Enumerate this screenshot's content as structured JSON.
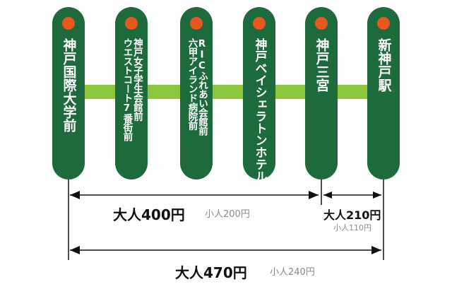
{
  "colors": {
    "stop": "#1d6a3c",
    "dot": "#e8571e",
    "route": "#8cc63f",
    "line": "#111111",
    "child_text": "#8a8a8a"
  },
  "stops": [
    {
      "id": "kobe-kokusai-daigaku-mae",
      "label": "神戸国際大学前",
      "columns": [
        "神戸国際大学前"
      ]
    },
    {
      "id": "west-court-7",
      "label": "ウエストコート7番街前 神戸女子学生会館前",
      "columns": [
        "ウエストコート7番街前",
        "神戸女子学生会館前"
      ]
    },
    {
      "id": "rokko-island-hospital",
      "label": "六甲アイランド病院前 RIC ふれあい会館前",
      "columns": [
        "六甲アイランド病院前",
        "RICふれあい会館前"
      ]
    },
    {
      "id": "kobe-bay-sheraton",
      "label": "神戸ベイシェラトンホテル",
      "columns": [
        "神戸ベイシェラトンホテル"
      ]
    },
    {
      "id": "kobe-sannomiya",
      "label": "神戸三宮",
      "columns": [
        "神戸三宮"
      ]
    },
    {
      "id": "shin-kobe-eki",
      "label": "新神戸駅",
      "columns": [
        "新神戸駅"
      ]
    }
  ],
  "fares": {
    "to_sannomiya": {
      "adult": "大人400円",
      "child": "小人200円"
    },
    "sannomiya_to_shinkobe": {
      "adult": "大人210円",
      "child": "小人110円"
    },
    "total": {
      "adult": "大人470円",
      "child": "小人240円"
    }
  }
}
